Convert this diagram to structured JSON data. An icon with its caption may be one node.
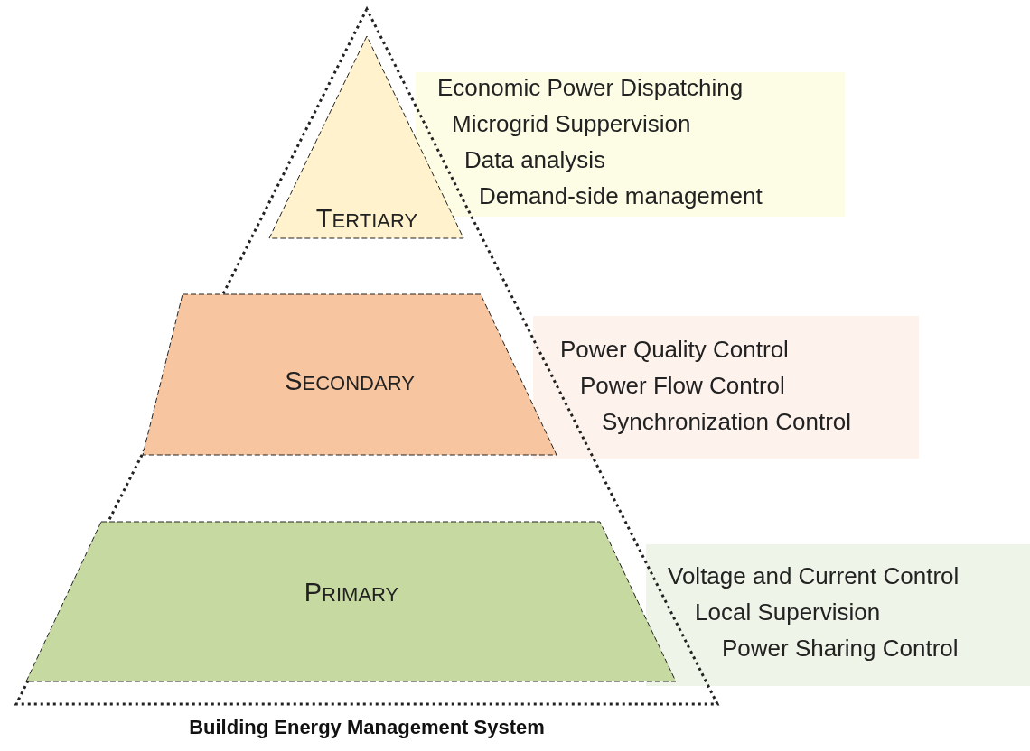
{
  "diagram": {
    "nodes": [
      {
        "text": [
          "Building Energy Management System"
        ]
      },
      {
        "text": [
          "TERTIARY"
        ],
        "in": 0
      },
      {
        "text": [
          "Economic Power Dispatching",
          "Microgrid Suppervision",
          "Data analysis",
          "Demand-side management"
        ]
      },
      {
        "text": [
          "SECONDARY"
        ],
        "in": 0
      },
      {
        "text": [
          "Power Quality Control",
          "Power Flow Control",
          "Synchronization Control"
        ]
      },
      {
        "text": [
          "PRIMARY"
        ],
        "in": 0
      },
      {
        "text": [
          "Voltage and Current Control",
          "Local Supervision",
          "Power Sharing Control"
        ]
      }
    ],
    "edges": []
  }
}
